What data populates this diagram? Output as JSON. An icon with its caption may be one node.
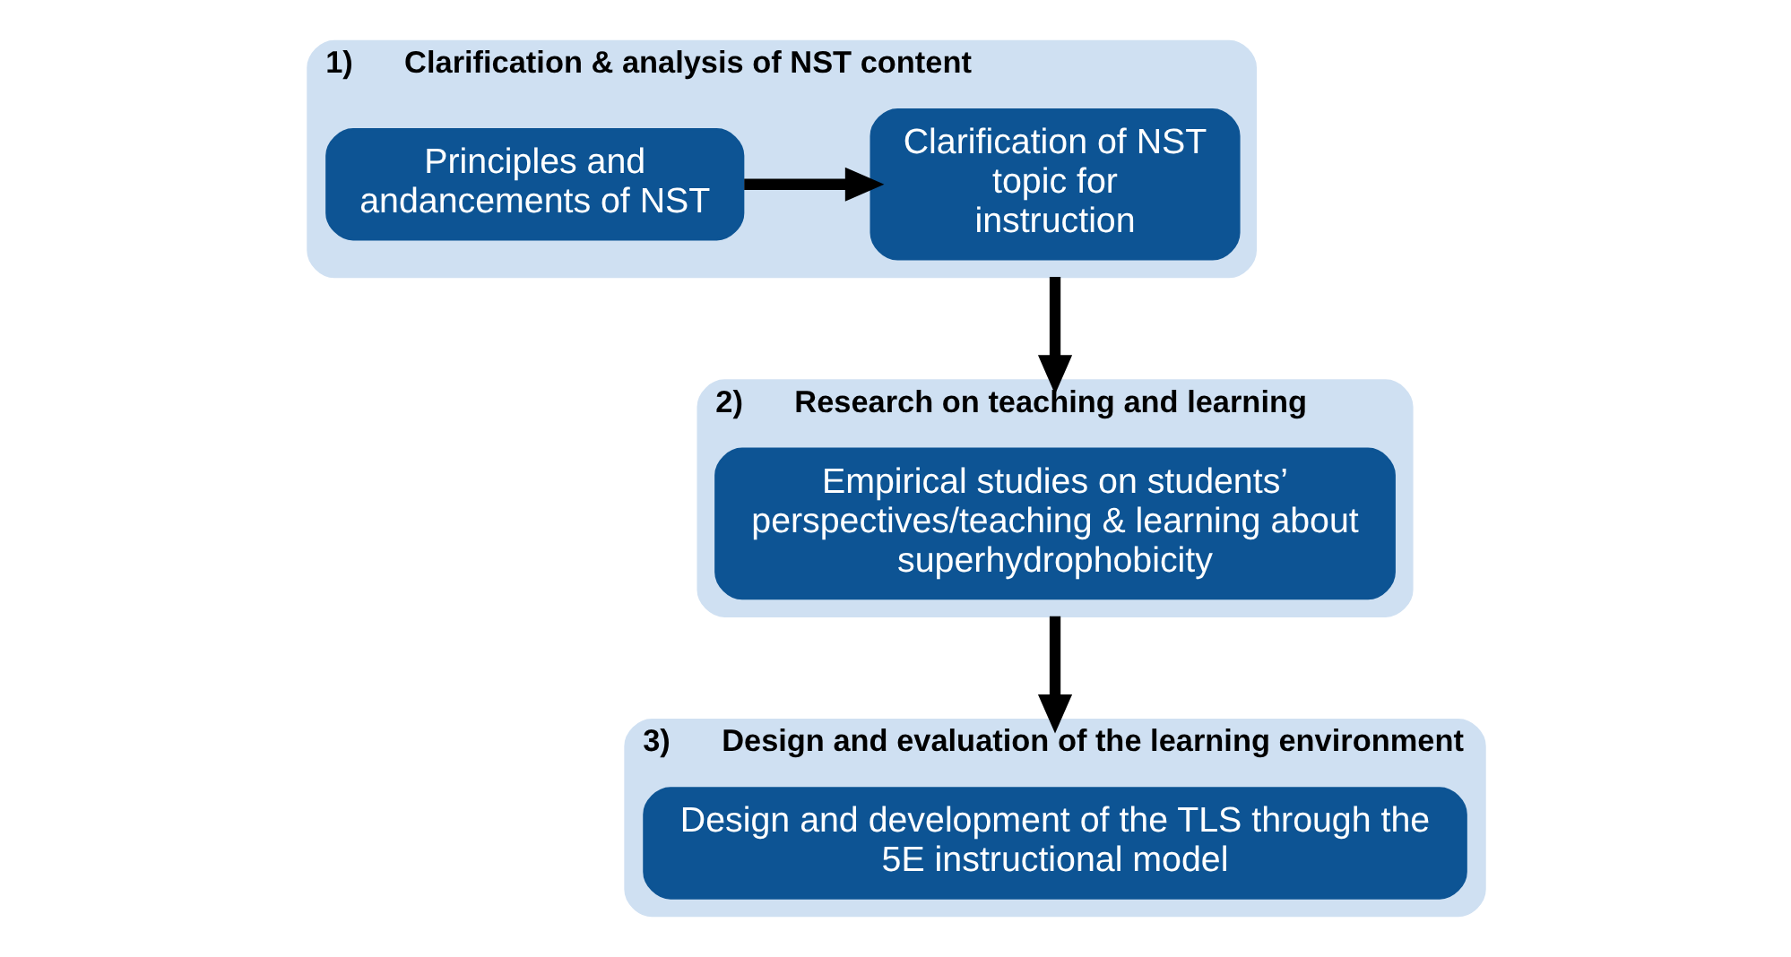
{
  "diagram": {
    "nodes": [
      {
        "text": [
          "1)      Clarification & analysis of NST content"
        ]
      },
      {
        "text": [
          "Principles and andancements of NST"
        ],
        "in": 0
      },
      {
        "text": [
          "Clarification of NST topic for instruction"
        ],
        "in": 0
      },
      {
        "text": [
          "2)      Research on teaching and learning"
        ]
      },
      {
        "text": [
          "Empirical studies on students’ perspectives/teaching & learning about superhydrophobicity"
        ],
        "in": 3
      },
      {
        "text": [
          "3)      Design and evaluation of the learning environment"
        ]
      },
      {
        "text": [
          "Design and development of the TLS through the 5E instructional model"
        ],
        "in": 5
      }
    ],
    "edges": [
      {
        "from": 1,
        "to": 2,
        "arrow": "to"
      },
      {
        "from": 0,
        "to": 3,
        "arrow": "to"
      },
      {
        "from": 3,
        "to": 5,
        "arrow": "to"
      }
    ]
  }
}
